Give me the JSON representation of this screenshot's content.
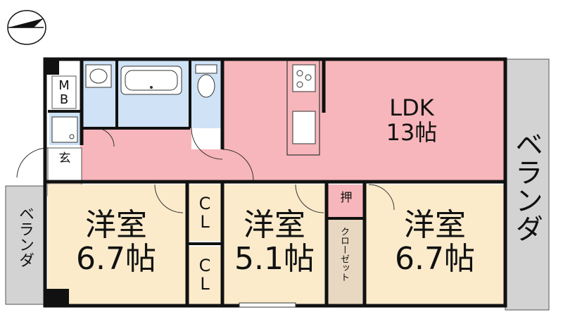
{
  "compass": {
    "icon": "north-arrow-icon"
  },
  "rooms": {
    "ldk": {
      "label": "LDK\n13帖",
      "color": "#f7b6bb"
    },
    "western1": {
      "label": "洋室\n6.7帖"
    },
    "western2": {
      "label": "洋室\n5.1帖"
    },
    "western3": {
      "label": "洋室\n6.7帖"
    },
    "entrance": {
      "label": "玄"
    },
    "mb": {
      "label": "M\nB"
    },
    "cl1": {
      "label": "C\nL"
    },
    "cl2": {
      "label": "C\nL"
    },
    "oshi": {
      "label": "押"
    },
    "closet": {
      "label": "クローゼット"
    },
    "balcony_left": {
      "label": "ベランダ"
    },
    "balcony_right": {
      "label": "ベランダ"
    }
  },
  "colors": {
    "ldk": "#f7b6bb",
    "bedroom": "#fbebcb",
    "wet": "#cfe2f6",
    "balcony": "#d3d3d3",
    "closet": "#e9d8c1",
    "wall": "#111111"
  }
}
